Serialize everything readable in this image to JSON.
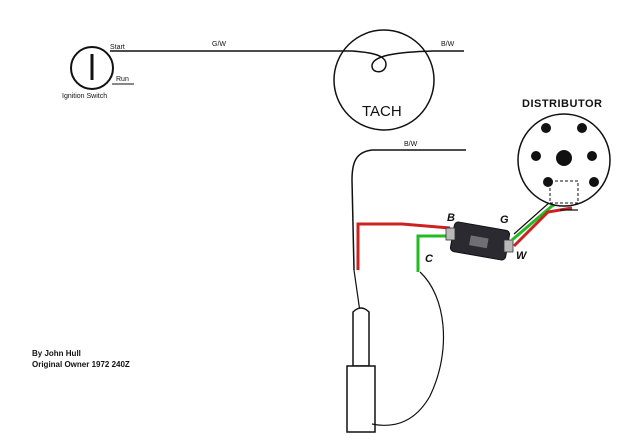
{
  "ignition_switch": {
    "label": "Ignition Switch",
    "start_label": "Start",
    "run_label": "Run"
  },
  "wires": {
    "switch_to_tach": "G/W",
    "tach_out": "B/W",
    "tach_to_coil": "B/W"
  },
  "tach": {
    "label": "TACH"
  },
  "distributor": {
    "label": "DISTRIBUTOR"
  },
  "module": {
    "pin_b": "B",
    "pin_c": "C",
    "pin_g": "G",
    "pin_w": "W"
  },
  "credit": {
    "line1": "By John Hull",
    "line2": "Original Owner 1972 240Z"
  },
  "colors": {
    "wire_black": "#1a1a1a",
    "wire_red": "#cc2222",
    "wire_green": "#22bb22",
    "module": "#2a2a30"
  }
}
